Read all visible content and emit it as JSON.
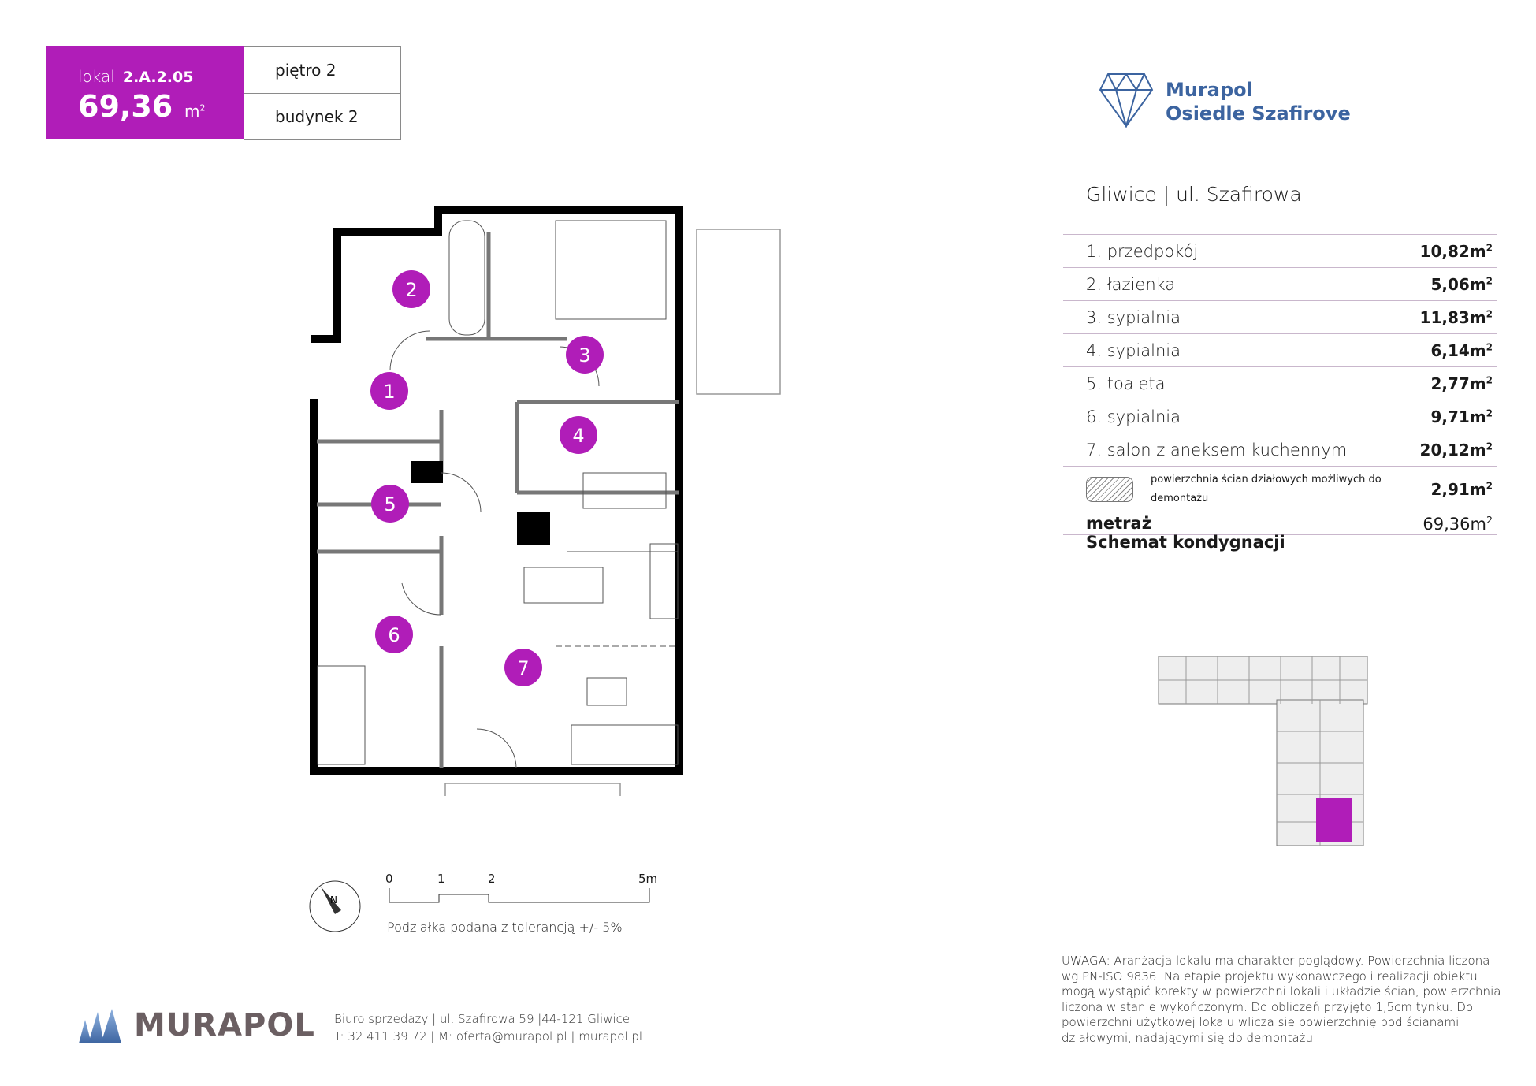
{
  "header": {
    "lokal_label": "lokal",
    "lokal_id": "2.A.2.05",
    "area": "69,36",
    "area_unit": "m",
    "floor": "piętro 2",
    "building": "budynek 2"
  },
  "brand": {
    "line1": "Murapol",
    "line2": "Osiedle Szafirove",
    "color": "#3c64a0"
  },
  "location": "Gliwice | ul. Szafirowa",
  "rooms": [
    {
      "num": "1",
      "name": "1. przedpokój",
      "area": "10,82m"
    },
    {
      "num": "2",
      "name": "2. łazienka",
      "area": "5,06m"
    },
    {
      "num": "3",
      "name": "3. sypialnia",
      "area": "11,83m"
    },
    {
      "num": "4",
      "name": "4. sypialnia",
      "area": "6,14m"
    },
    {
      "num": "5",
      "name": "5. toaleta",
      "area": "2,77m"
    },
    {
      "num": "6",
      "name": "6. sypialnia",
      "area": "9,71m"
    },
    {
      "num": "7",
      "name": "7. salon z aneksem kuchennym",
      "area": "20,12m"
    }
  ],
  "legend": {
    "text": "powierzchnia ścian działowych możliwych do demontażu",
    "area": "2,91m"
  },
  "total": {
    "label": "metraż",
    "area": "69,36m"
  },
  "schema_title": "Schemat kondygnacji",
  "scale": {
    "ticks": [
      "0",
      "1",
      "2",
      "5m"
    ],
    "caption": "Podziałka podana z tolerancją +/- 5%",
    "north": "N"
  },
  "footer": {
    "logo": "MURAPOL",
    "line1": "Biuro sprzedaży | ul. Szafirowa 59 |44-121 Gliwice",
    "line2": "T: 32 411 39 72 | M: oferta@murapol.pl | murapol.pl"
  },
  "note": "UWAGA: Aranżacja lokalu ma charakter poglądowy. Powierzchnia liczona wg PN-ISO 9836. Na etapie projektu wykonawczego i realizacji obiektu mogą wystąpić korekty w powierzchni lokali i układzie ścian, powierzchnia liczona w stanie wykończonym. Do obliczeń przyjęto 1,5cm tynku. Do powierzchni użytkowej lokalu wlicza się powierzchnię pod ścianami działowymi, nadającymi się do demontażu.",
  "accent": "#b01db8"
}
